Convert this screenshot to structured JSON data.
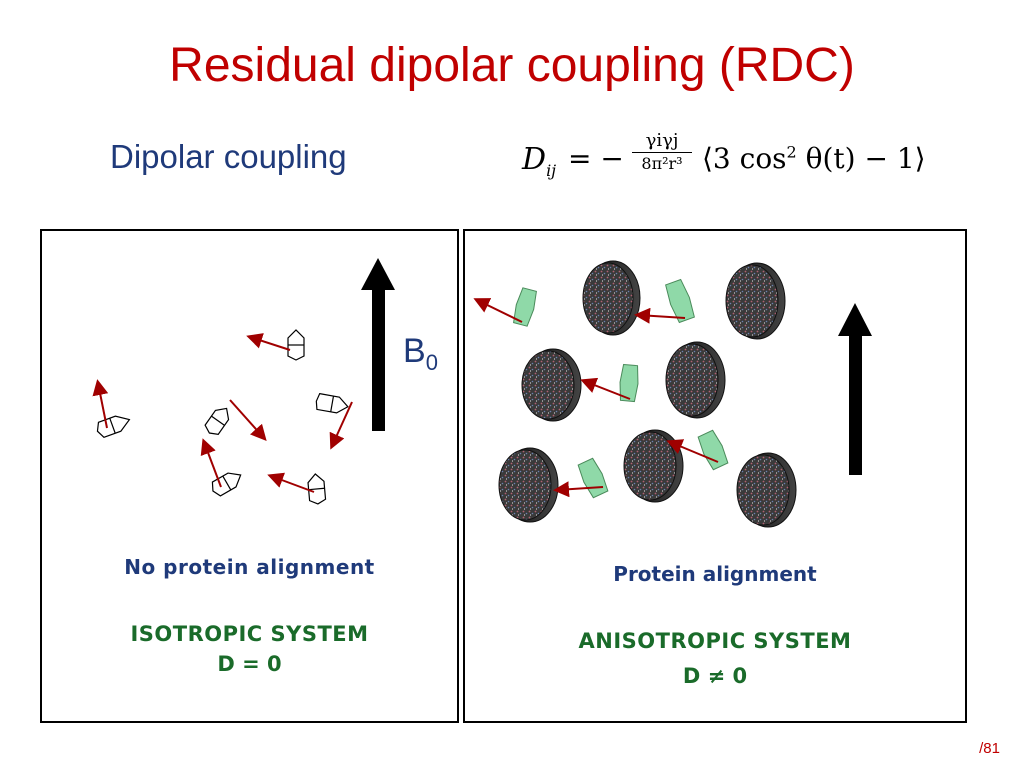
{
  "slide": {
    "title": "Residual dipolar coupling (RDC)",
    "subtitle": "Dipolar coupling",
    "page_number": "/81"
  },
  "formula": {
    "lhs": "D",
    "lhs_sub": "ij",
    "equals": "= −",
    "numerator": "γiγj",
    "denominator": "8π²r³",
    "rhs": "⟨3 cos",
    "rhs_sup": "2",
    "rhs_end": " θ(t) − 1⟩"
  },
  "field_label": {
    "text": "B",
    "sub": "0"
  },
  "left_panel": {
    "line1": "No protein alignment",
    "line2": "ISOTROPIC SYSTEM",
    "line3": "D = 0"
  },
  "right_panel": {
    "line1": "Protein alignment",
    "line2": "ANISOTROPIC SYSTEM",
    "line3": "D ≠ 0"
  },
  "colors": {
    "title": "#c00000",
    "subtitle": "#1f3a7a",
    "green_text": "#1a6b2a",
    "vector_arrow": "#a00000",
    "protein_fill": "#8fd9a8"
  }
}
